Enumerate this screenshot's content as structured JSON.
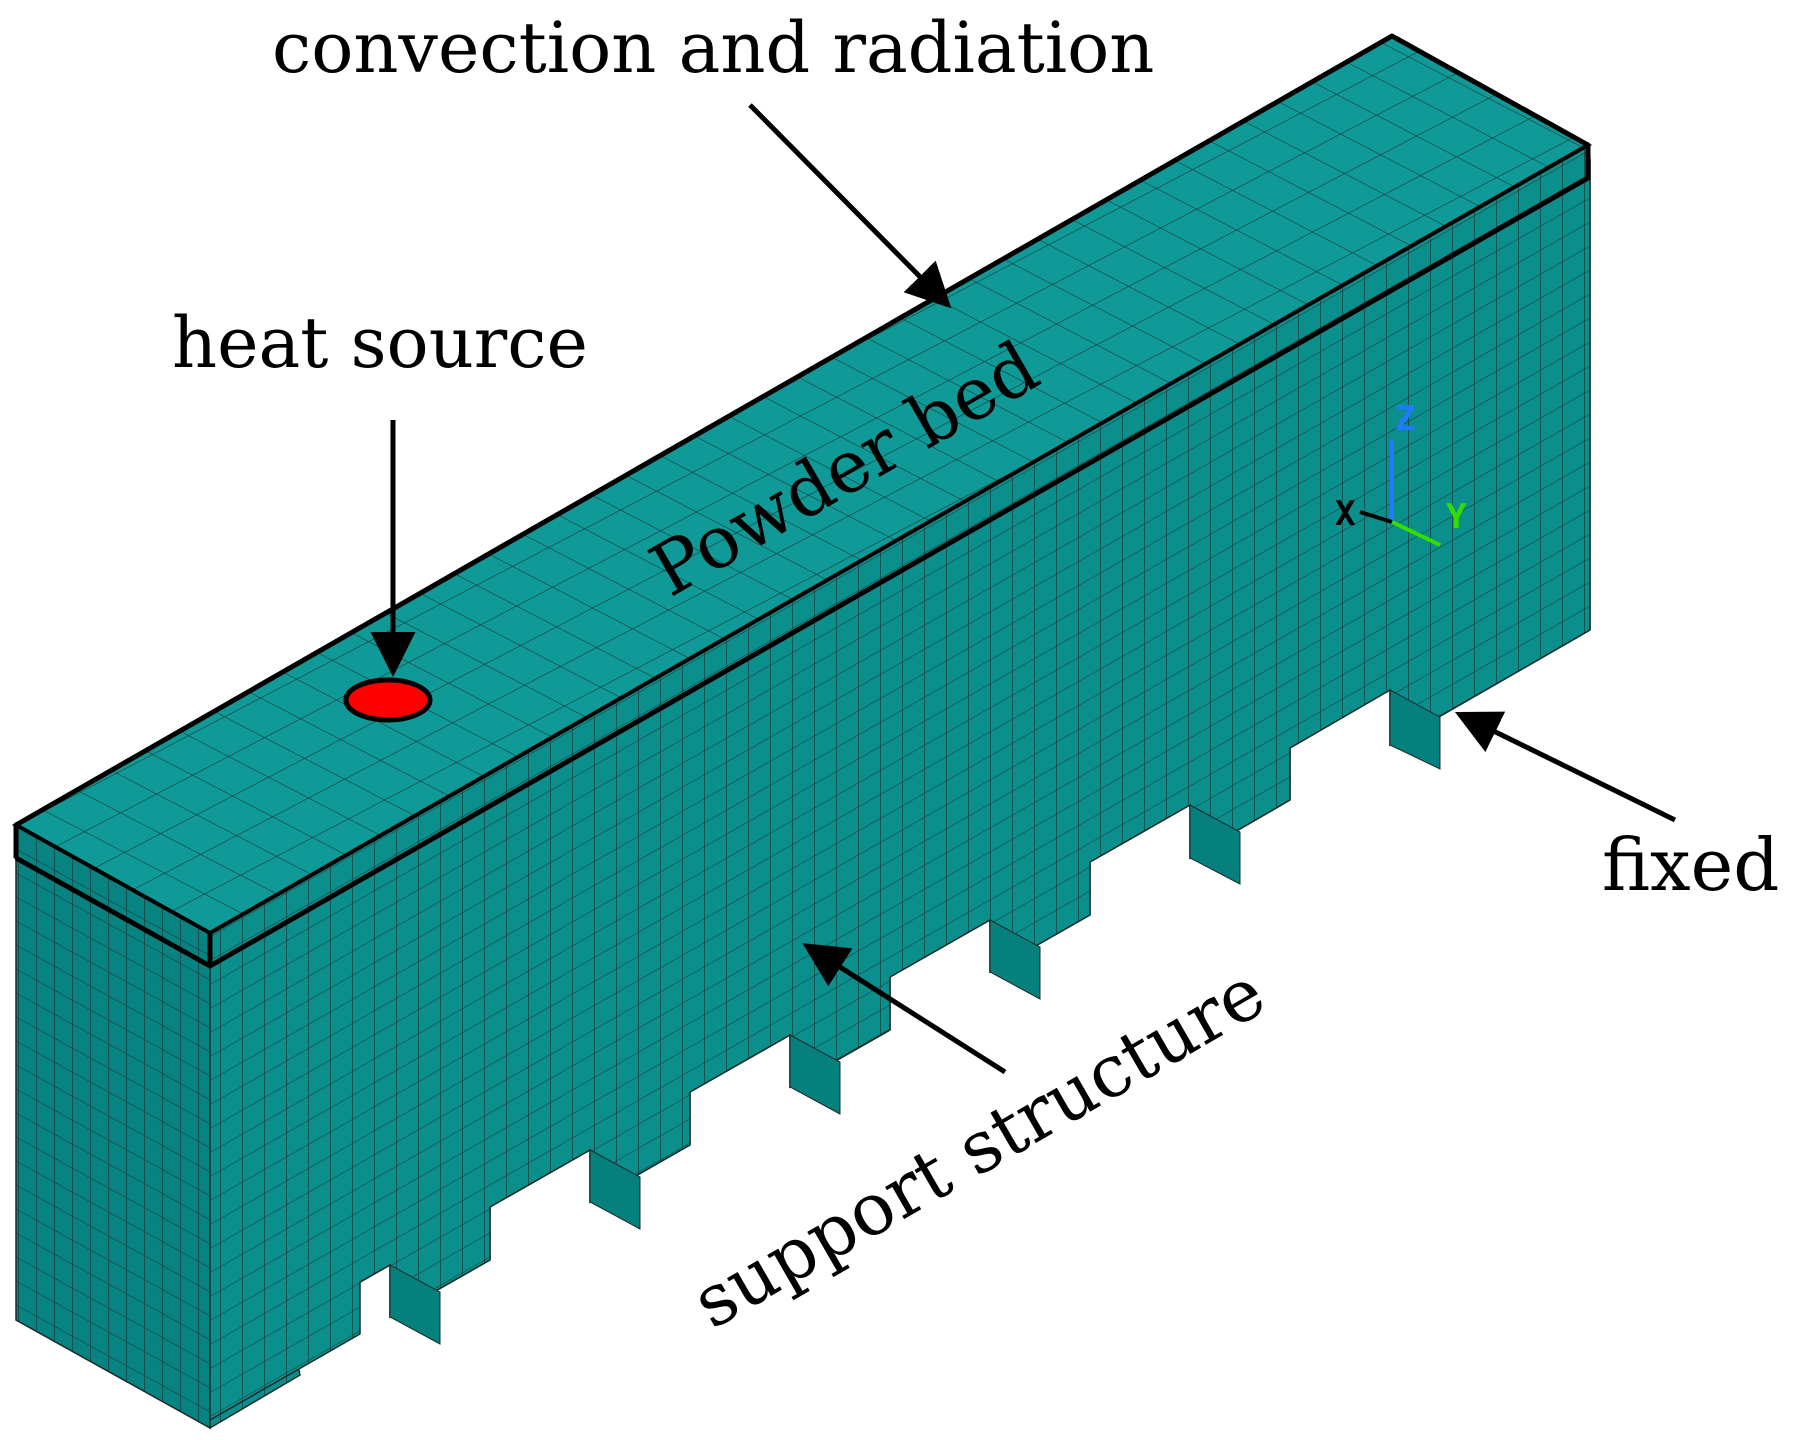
{
  "labels": {
    "convection": "convection and radiation",
    "heat_source": "heat source",
    "powder_bed": "Powder bed",
    "fixed": "fixed",
    "support": "support structure"
  },
  "axes": {
    "z": "Z",
    "x": "X",
    "y": "Y"
  },
  "colors": {
    "mesh_top": "#0f9a97",
    "mesh_front": "#0a8f8c",
    "mesh_side": "#078481",
    "heat_spot": "#ff0000",
    "axis_z": "#1f7bff",
    "axis_x": "#000000",
    "axis_y": "#33dd00"
  }
}
